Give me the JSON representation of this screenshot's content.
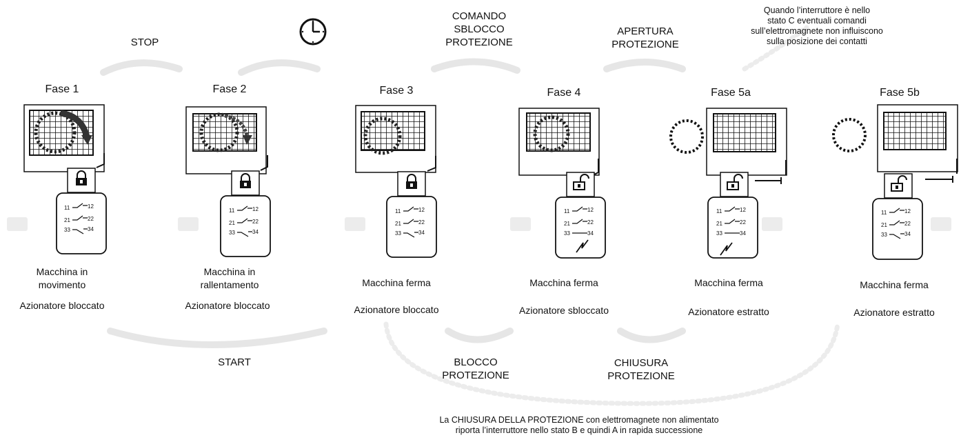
{
  "top_labels": {
    "stop": "STOP",
    "comando": [
      "COMANDO",
      "SBLOCCO",
      "PROTEZIONE"
    ],
    "apertura": [
      "APERTURA",
      "PROTEZIONE"
    ],
    "note_top": [
      "Quando l’interruttore è nello",
      "stato C eventuali comandi",
      "sull’elettromagnete non influiscono",
      "sulla posizione dei contatti"
    ]
  },
  "phases": [
    {
      "title": "Fase 1",
      "state": [
        "Macchina in",
        "movimento"
      ],
      "actuator": "Azionatore bloccato",
      "contacts": [
        "11",
        "12",
        "21",
        "22",
        "33",
        "34"
      ]
    },
    {
      "title": "Fase 2",
      "state": [
        "Macchina in",
        "rallentamento"
      ],
      "actuator": "Azionatore bloccato",
      "contacts": [
        "11",
        "12",
        "21",
        "22",
        "33",
        "34"
      ]
    },
    {
      "title": "Fase 3",
      "state": [
        "Macchina ferma"
      ],
      "actuator": "Azionatore bloccato",
      "contacts": [
        "11",
        "12",
        "21",
        "22",
        "33",
        "34"
      ]
    },
    {
      "title": "Fase 4",
      "state": [
        "Macchina ferma"
      ],
      "actuator": "Azionatore sbloccato",
      "contacts": [
        "11",
        "12",
        "21",
        "22",
        "33",
        "34"
      ]
    },
    {
      "title": "Fase 5a",
      "state": [
        "Macchina ferma"
      ],
      "actuator": "Azionatore estratto",
      "contacts": [
        "11",
        "12",
        "21",
        "22",
        "33",
        "34"
      ]
    },
    {
      "title": "Fase 5b",
      "state": [
        "Macchina ferma"
      ],
      "actuator": "Azionatore estratto",
      "contacts": [
        "11",
        "12",
        "21",
        "22",
        "33",
        "34"
      ]
    }
  ],
  "bottom_labels": {
    "start": "START",
    "blocco": [
      "BLOCCO",
      "PROTEZIONE"
    ],
    "chiusura": [
      "CHIUSURA",
      "PROTEZIONE"
    ],
    "note_bottom": [
      "La CHIUSURA DELLA PROTEZIONE con elettromagnete non alimentato",
      "riporta l’interruttore nello stato B e quindi A in rapida successione"
    ]
  },
  "icons": [
    "clock-icon",
    "padlock-closed-icon",
    "padlock-open-icon",
    "rotation-arrow-icon",
    "lightning-icon"
  ],
  "colors": {
    "ink": "#111111",
    "flow_arrow": "#e4e4e4"
  }
}
